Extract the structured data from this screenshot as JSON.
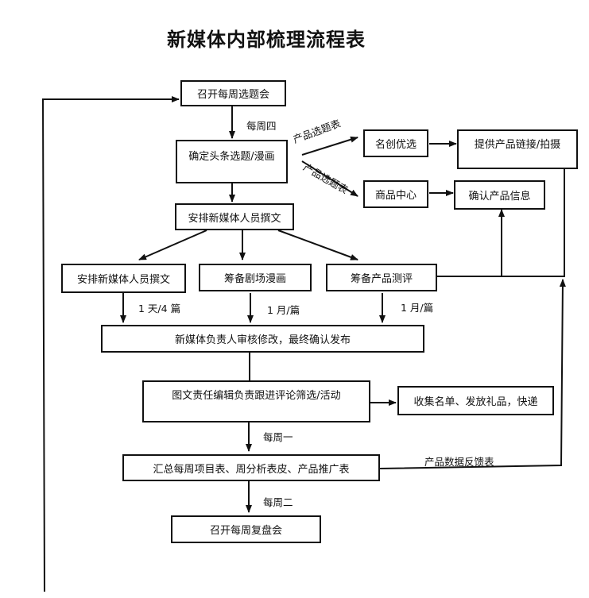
{
  "title": "新媒体内部梳理流程表",
  "nodes": {
    "weekly_meeting": "召开每周选题会",
    "confirm_topic": "确定头条选题/漫画",
    "assign_writers": "安排新媒体人员撰文",
    "mingchuang": "名创优选",
    "product_center": "商品中心",
    "provide_links": "提供产品链接/拍摄",
    "confirm_product": "确认产品信息",
    "assign_writers_2": "安排新媒体人员撰文",
    "prepare_comic": "筹备剧场漫画",
    "prepare_review": "筹备产品测评",
    "review_publish": "新媒体负责人审核修改，最终确认发布",
    "comment_screening": "图文责任编辑负责跟进评论筛选/活动",
    "collect_list": "收集名单、发放礼品，快递",
    "summary": "汇总每周项目表、周分析表皮、产品推广表",
    "weekly_review": "召开每周复盘会"
  },
  "edge_labels": {
    "thursday": "每周四",
    "topic_table_1": "产品选题表",
    "topic_table_2": "产品选题表",
    "freq_1": "1 天/4 篇",
    "freq_2": "1 月/篇",
    "freq_3": "1 月/篇",
    "monday": "每周一",
    "tuesday": "每周二",
    "feedback_table": "产品数据反馈表"
  }
}
